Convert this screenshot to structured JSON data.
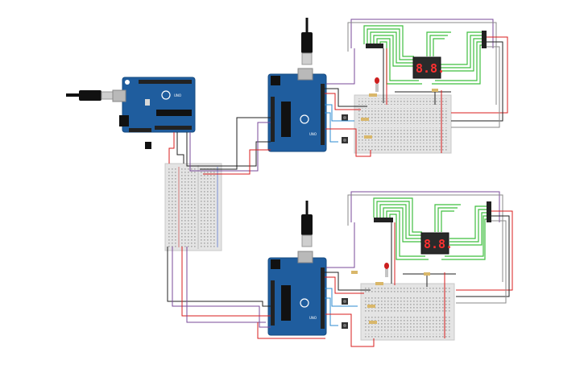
{
  "scene": "circuit-editor-canvas",
  "colors": {
    "board": "#1f5d9e",
    "board_dark": "#173f6e",
    "breadboard": "#e6e6e6",
    "wire_green": "#3fbf3f",
    "wire_red": "#d81e1e",
    "wire_black": "#222222",
    "wire_purple": "#7a4a9a",
    "wire_gray": "#8a8a8a",
    "wire_blue": "#2e8bd0",
    "display_bg": "#2a2a2a",
    "display_seg": "#ff3030"
  },
  "icons": [
    "usb-cable-icon",
    "arduino-logo-icon"
  ],
  "boards": [
    {
      "id": "main",
      "label": "UNO"
    },
    {
      "id": "top",
      "label": "UNO"
    },
    {
      "id": "bottom",
      "label": "UNO"
    }
  ],
  "displays": [
    {
      "id": "top",
      "text": "8.8."
    },
    {
      "id": "bottom",
      "text": "8.8."
    }
  ],
  "breadboards": [
    "left",
    "top",
    "bottom"
  ]
}
